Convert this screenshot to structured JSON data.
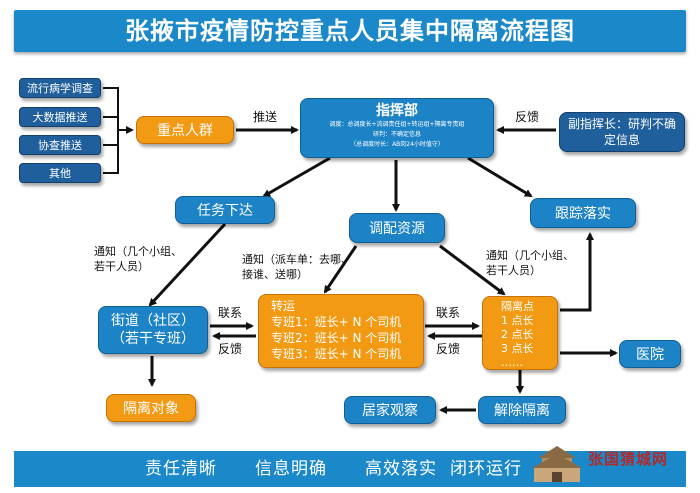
{
  "title": "张掖市疫情防控重点人员集中隔离流程图",
  "sources": [
    "流行病学调查",
    "大数据推送",
    "协查推送",
    "其他"
  ],
  "key_persons": "重点人群",
  "command": {
    "title": "指挥部",
    "line1": "调度：总调度长+流调责任组+转运组+隔离专责组",
    "line2": "研判：不确定信息",
    "line3": "（总调度时长：AB岗24小时值守）"
  },
  "deputy": "副指挥长：研判不确定信息",
  "task": "任务下达",
  "dispatch": "调配资源",
  "track": "跟踪落实",
  "street": "街道（社区）\n（若干专班）",
  "transfer": {
    "title": "转运",
    "rows": [
      "专班1：班长+ N 个司机",
      "专班2：班长+ N 个司机",
      "专班3：班长+ N 个司机"
    ]
  },
  "isolation_point": {
    "title": "隔离点",
    "rows": [
      "1 点长",
      "2 点长",
      "3 点长",
      "……"
    ]
  },
  "hospital": "医院",
  "isolation_object": "隔离对象",
  "release": "解除隔离",
  "home": "居家观察",
  "edge_labels": {
    "push": "推送",
    "feedback": "反馈",
    "notify_left": "通知（几个小组、\n若干人员）",
    "notify_mid": "通知（派车单：去哪、\n接谁、送哪）",
    "notify_right": "通知（几个小组、\n若干人员）",
    "contact_left": "联系",
    "feedback_left": "反馈",
    "contact_right": "联系",
    "feedback_right": "反馈"
  },
  "footer": [
    "责任清晰",
    "信息明确",
    "高效落实",
    "闭环运行"
  ],
  "watermark": "张国猜城网",
  "colors": {
    "blue": "#1c83c6",
    "orange": "#f39a14",
    "navy": "#1f5f9c",
    "title_bar": "#1a88c9"
  }
}
